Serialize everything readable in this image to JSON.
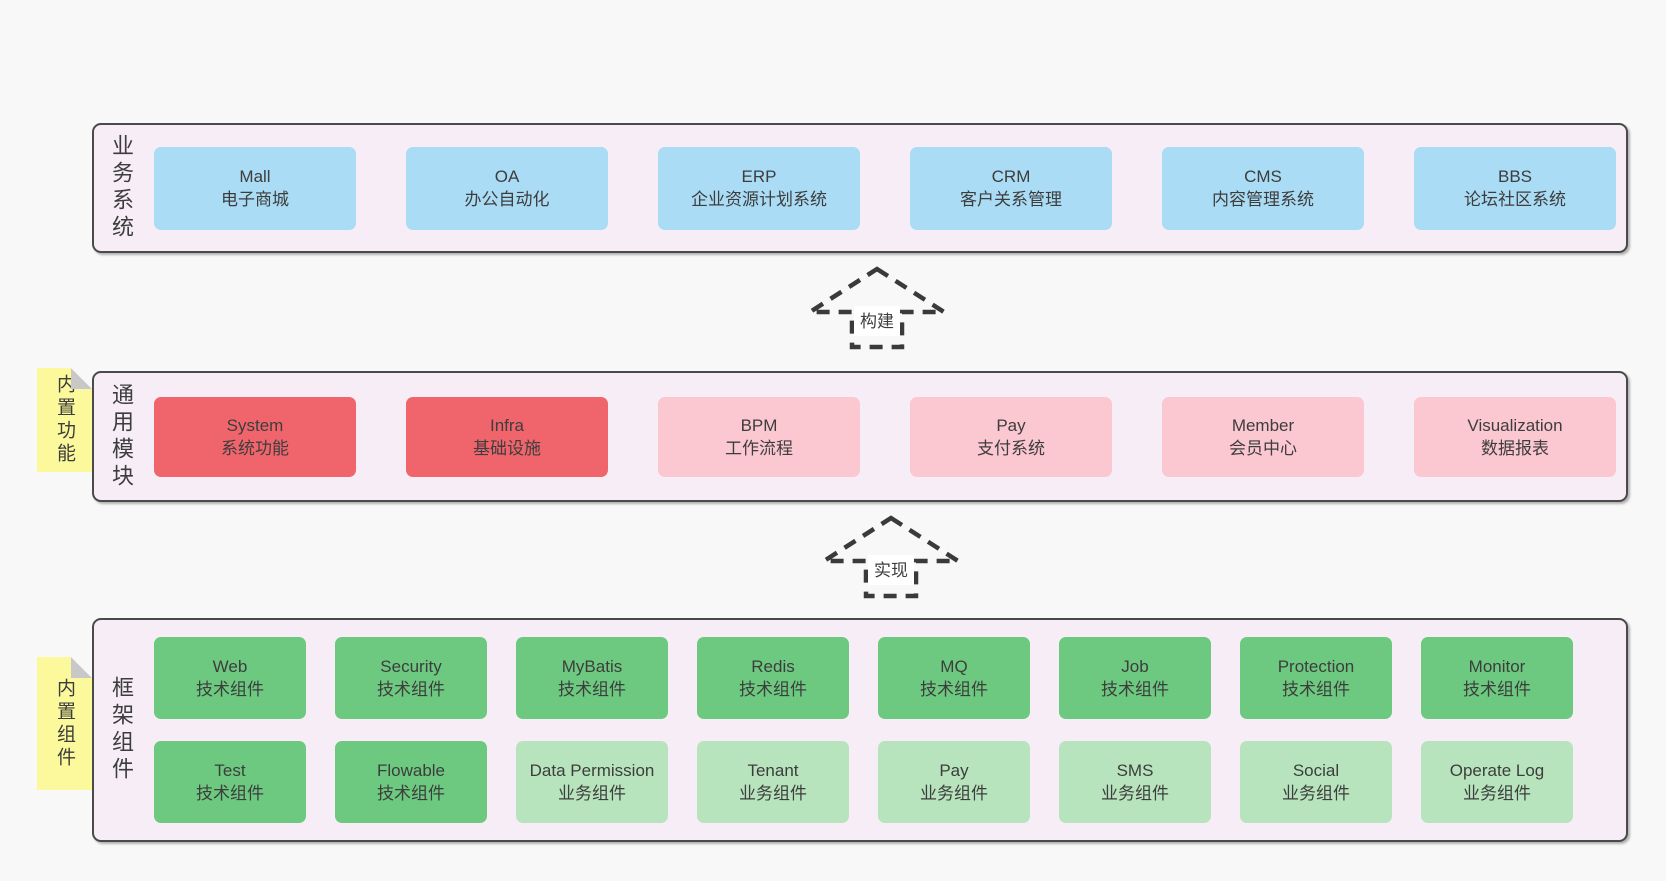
{
  "diagram": {
    "bands": [
      {
        "label": "业务系统",
        "boxes": [
          {
            "title": "Mall",
            "subtitle": "电子商城"
          },
          {
            "title": "OA",
            "subtitle": "办公自动化"
          },
          {
            "title": "ERP",
            "subtitle": "企业资源计划系统"
          },
          {
            "title": "CRM",
            "subtitle": "客户关系管理"
          },
          {
            "title": "CMS",
            "subtitle": "内容管理系统"
          },
          {
            "title": "BBS",
            "subtitle": "论坛社区系统"
          }
        ]
      },
      {
        "label": "通用模块",
        "note": "内置功能",
        "boxes": [
          {
            "title": "System",
            "subtitle": "系统功能"
          },
          {
            "title": "Infra",
            "subtitle": "基础设施"
          },
          {
            "title": "BPM",
            "subtitle": "工作流程"
          },
          {
            "title": "Pay",
            "subtitle": "支付系统"
          },
          {
            "title": "Member",
            "subtitle": "会员中心"
          },
          {
            "title": "Visualization",
            "subtitle": "数据报表"
          }
        ]
      },
      {
        "label": "框架组件",
        "note": "内置组件",
        "rows": [
          [
            {
              "title": "Web",
              "subtitle": "技术组件"
            },
            {
              "title": "Security",
              "subtitle": "技术组件"
            },
            {
              "title": "MyBatis",
              "subtitle": "技术组件"
            },
            {
              "title": "Redis",
              "subtitle": "技术组件"
            },
            {
              "title": "MQ",
              "subtitle": "技术组件"
            },
            {
              "title": "Job",
              "subtitle": "技术组件"
            },
            {
              "title": "Protection",
              "subtitle": "技术组件"
            },
            {
              "title": "Monitor",
              "subtitle": "技术组件"
            }
          ],
          [
            {
              "title": "Test",
              "subtitle": "技术组件"
            },
            {
              "title": "Flowable",
              "subtitle": "技术组件"
            },
            {
              "title": "Data Permission",
              "subtitle": "业务组件"
            },
            {
              "title": "Tenant",
              "subtitle": "业务组件"
            },
            {
              "title": "Pay",
              "subtitle": "业务组件"
            },
            {
              "title": "SMS",
              "subtitle": "业务组件"
            },
            {
              "title": "Social",
              "subtitle": "业务组件"
            },
            {
              "title": "Operate Log",
              "subtitle": "业务组件"
            }
          ]
        ]
      }
    ],
    "arrows": [
      {
        "label": "构建"
      },
      {
        "label": "实现"
      }
    ],
    "colors": {
      "page_bg": "#f8f8f8",
      "band_bg": "#f7edf6",
      "band_border": "#4a4a4a",
      "blue_box": "#aadcf5",
      "red_box": "#f0656c",
      "pink_box": "#fbc7d1",
      "green_box": "#6cc97f",
      "light_green_box": "#b7e4bd",
      "note_yellow": "#fbf99c",
      "note_fold_gray": "#c8c8c8",
      "text": "#3d3d3d",
      "arrow_stroke": "#3a3a3a"
    }
  }
}
